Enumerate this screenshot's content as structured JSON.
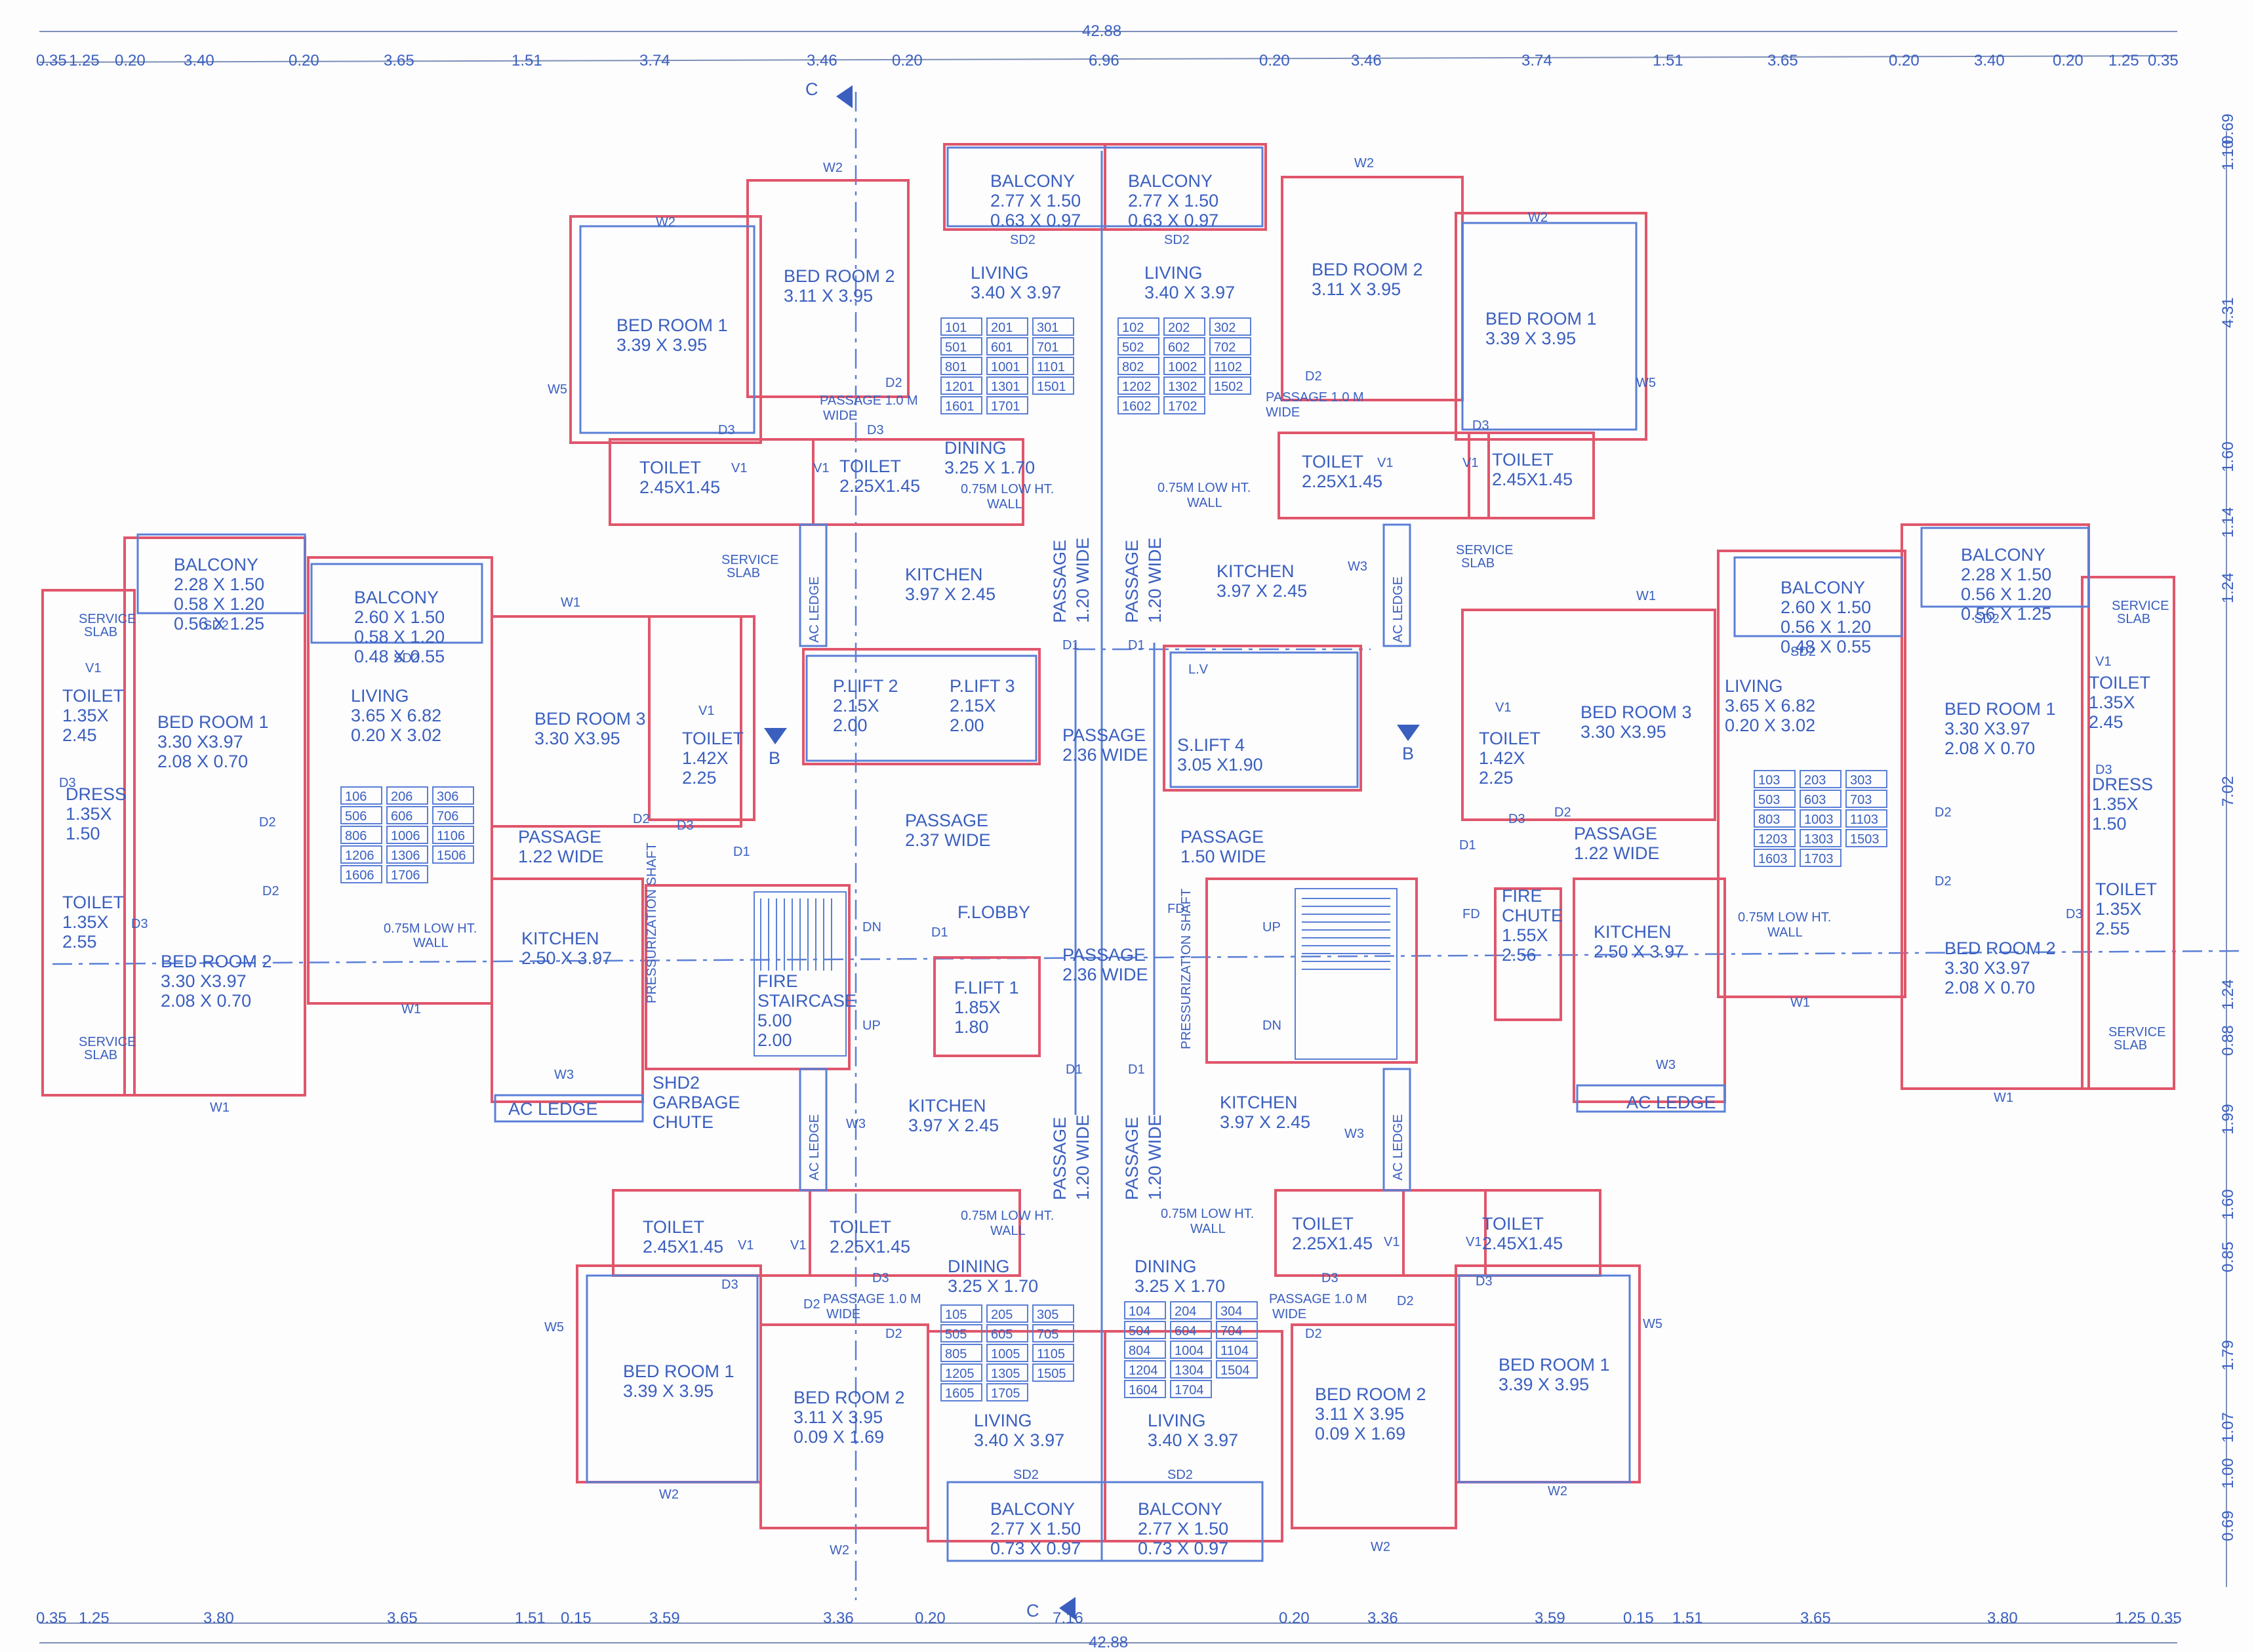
{
  "drawing": {
    "overall_dim": "42.88",
    "top_dims": [
      "0.35",
      "1.25",
      "0.20",
      "3.40",
      "0.20",
      "3.65",
      "1.51",
      "3.74",
      "3.46",
      "0.20",
      "6.96",
      "0.20",
      "3.46",
      "3.74",
      "1.51",
      "3.65",
      "0.20",
      "3.40",
      "0.20",
      "1.25",
      "0.35"
    ],
    "bottom_dims": [
      "0.35",
      "1.25",
      "3.80",
      "3.65",
      "1.51",
      "0.15",
      "3.59",
      "3.36",
      "0.20",
      "7.16",
      "0.20",
      "3.36",
      "3.59",
      "0.15",
      "1.51",
      "3.65",
      "3.80",
      "1.25",
      "0.35"
    ],
    "right_dims": [
      "0.69",
      "1.10",
      "4.31",
      "1.60",
      "1.14",
      "1.24",
      "7.02",
      "1.24",
      "0.88",
      "1.99",
      "1.60",
      "0.85",
      "1.79",
      "1.07",
      "1.00",
      "0.69"
    ],
    "section_c": "C",
    "section_b": "B"
  },
  "rooms": {
    "balcony_top_l": [
      "BALCONY",
      "2.77 X 1.50",
      "0.63 X 0.97"
    ],
    "balcony_top_r": [
      "BALCONY",
      "2.77 X 1.50",
      "0.63 X 0.97"
    ],
    "living_top_l": [
      "LIVING",
      "3.40 X 3.97"
    ],
    "living_top_r": [
      "LIVING",
      "3.40 X 3.97"
    ],
    "bed2_tl": [
      "BED ROOM 2",
      "3.11 X 3.95"
    ],
    "bed2_tr": [
      "BED ROOM 2",
      "3.11 X 3.95"
    ],
    "bed1_tl": [
      "BED ROOM 1",
      "3.39 X 3.95"
    ],
    "bed1_tr": [
      "BED ROOM 1",
      "3.39 X 3.95"
    ],
    "toilet_tl1": [
      "TOILET",
      "2.45X1.45"
    ],
    "toilet_tl2": [
      "TOILET",
      "2.25X1.45"
    ],
    "toilet_tr1": [
      "TOILET",
      "2.25X1.45"
    ],
    "toilet_tr2": [
      "TOILET",
      "2.45X1.45"
    ],
    "dining_t": [
      "DINING",
      "3.25 X 1.70"
    ],
    "kitchen_tl": [
      "KITCHEN",
      "3.97 X 2.45"
    ],
    "kitchen_tr": [
      "KITCHEN",
      "3.97 X 2.45"
    ],
    "plift2": [
      "P.LIFT 2",
      "2.15X",
      "2.00"
    ],
    "plift3": [
      "P.LIFT 3",
      "2.15X",
      "2.00"
    ],
    "slift4": [
      "S.LIFT 4",
      "3.05 X1.90"
    ],
    "passage_c1": [
      "PASSAGE",
      "2.36  WIDE"
    ],
    "passage_c2": [
      "PASSAGE",
      "2.37  WIDE"
    ],
    "passage_c3": [
      "PASSAGE",
      "1.50  WIDE"
    ],
    "passage_c4": [
      "PASSAGE",
      "2.36  WIDE"
    ],
    "balcony_l1": [
      "BALCONY",
      "2.28 X 1.50",
      "0.58 X 1.20",
      "0.56 X 1.25"
    ],
    "balcony_l2": [
      "BALCONY",
      "2.60 X 1.50",
      "0.58 X 1.20",
      "0.48 X 0.55"
    ],
    "bed1_l": [
      "BED ROOM 1",
      "3.30 X3.97",
      "2.08 X 0.70"
    ],
    "bed2_l": [
      "BED ROOM 2",
      "3.30 X3.97",
      "2.08 X 0.70"
    ],
    "living_l": [
      "LIVING",
      "3.65 X 6.82",
      "0.20  X 3.02"
    ],
    "bed3_l": [
      "BED ROOM 3",
      "3.30 X3.95"
    ],
    "toilet_l1": [
      "TOILET",
      "1.35X",
      "2.45"
    ],
    "dress_l": [
      "DRESS",
      "1.35X",
      "1.50"
    ],
    "toilet_l2": [
      "TOILET",
      "1.35X",
      "2.55"
    ],
    "toilet_l3": [
      "TOILET",
      "1.42X",
      "2.25"
    ],
    "passage_l": [
      "PASSAGE",
      "1.22  WIDE"
    ],
    "kitchen_l": [
      "KITCHEN",
      "2.50 X 3.97"
    ],
    "balcony_r1": [
      "BALCONY",
      "2.28 X 1.50",
      "0.56 X 1.20",
      "0.56 X 1.25"
    ],
    "balcony_r2": [
      "BALCONY",
      "2.60 X 1.50",
      "0.56 X 1.20",
      "0.48 X 0.55"
    ],
    "bed1_r": [
      "BED ROOM 1",
      "3.30 X3.97",
      "2.08 X 0.70"
    ],
    "bed2_r": [
      "BED ROOM 2",
      "3.30 X3.97",
      "2.08 X 0.70"
    ],
    "living_r": [
      "LIVING",
      "3.65 X 6.82",
      "0.20  X 3.02"
    ],
    "bed3_r": [
      "BED ROOM 3",
      "3.30 X3.95"
    ],
    "toilet_r1": [
      "TOILET",
      "1.35X",
      "2.45"
    ],
    "dress_r": [
      "DRESS",
      "1.35X",
      "1.50"
    ],
    "toilet_r2": [
      "TOILET",
      "1.35X",
      "2.55"
    ],
    "toilet_r3": [
      "TOILET",
      "1.42X",
      "2.25"
    ],
    "passage_r": [
      "PASSAGE",
      "1.22  WIDE"
    ],
    "kitchen_r": [
      "KITCHEN",
      "2.50 X 3.97"
    ],
    "flobby": [
      "F.LOBBY"
    ],
    "flift1": [
      "F.LIFT 1",
      "1.85X",
      "1.80"
    ],
    "staircase_l": [
      "FIRE",
      "STAIRCASE",
      "5.00",
      "2.00"
    ],
    "firechute": [
      "FIRE",
      "CHUTE",
      "1.55X",
      "2.56"
    ],
    "kitchen_bl": [
      "KITCHEN",
      "3.97 X 2.45"
    ],
    "kitchen_br": [
      "KITCHEN",
      "3.97 X 2.45"
    ],
    "toilet_bl1": [
      "TOILET",
      "2.45X1.45"
    ],
    "toilet_bl2": [
      "TOILET",
      "2.25X1.45"
    ],
    "toilet_br1": [
      "TOILET",
      "2.25X1.45"
    ],
    "toilet_br2": [
      "TOILET",
      "2.45X1.45"
    ],
    "dining_bl": [
      "DINING",
      "3.25 X 1.70"
    ],
    "dining_br": [
      "DINING",
      "3.25 X 1.70"
    ],
    "bed1_bl": [
      "BED ROOM 1",
      "3.39 X 3.95"
    ],
    "bed2_bl": [
      "BED ROOM 2",
      "3.11 X 3.95",
      "0.09 X 1.69"
    ],
    "bed2_br": [
      "BED ROOM 2",
      "3.11 X 3.95",
      "0.09 X 1.69"
    ],
    "bed1_br": [
      "BED ROOM 1",
      "3.39 X 3.95"
    ],
    "living_bl": [
      "LIVING",
      "3.40 X 3.97"
    ],
    "living_br": [
      "LIVING",
      "3.40 X 3.97"
    ],
    "balcony_bl": [
      "BALCONY",
      "2.77 X 1.50",
      "0.73 X 0.97"
    ],
    "balcony_br": [
      "BALCONY",
      "2.77 X 1.50",
      "0.73 X 0.97"
    ],
    "acledge_l": [
      "AC LEDGE"
    ],
    "acledge_r": [
      "AC LEDGE"
    ],
    "garbage": [
      "SHD2",
      "GARBAGE",
      "CHUTE"
    ]
  },
  "flat_tables": {
    "top_l": [
      [
        "101",
        "201",
        "301"
      ],
      [
        "501",
        "601",
        "701"
      ],
      [
        "801",
        "1001",
        "1101"
      ],
      [
        "1201",
        "1301",
        "1501"
      ],
      [
        "1601",
        "1701",
        ""
      ]
    ],
    "top_r": [
      [
        "102",
        "202",
        "302"
      ],
      [
        "502",
        "602",
        "702"
      ],
      [
        "802",
        "1002",
        "1102"
      ],
      [
        "1202",
        "1302",
        "1502"
      ],
      [
        "1602",
        "1702",
        ""
      ]
    ],
    "left": [
      [
        "106",
        "206",
        "306"
      ],
      [
        "506",
        "606",
        "706"
      ],
      [
        "806",
        "1006",
        "1106"
      ],
      [
        "1206",
        "1306",
        "1506"
      ],
      [
        "1606",
        "1706",
        ""
      ]
    ],
    "right": [
      [
        "103",
        "203",
        "303"
      ],
      [
        "503",
        "603",
        "703"
      ],
      [
        "803",
        "1003",
        "1103"
      ],
      [
        "1203",
        "1303",
        "1503"
      ],
      [
        "1603",
        "1703",
        ""
      ]
    ],
    "bot_l": [
      [
        "105",
        "205",
        "305"
      ],
      [
        "505",
        "605",
        "705"
      ],
      [
        "805",
        "1005",
        "1105"
      ],
      [
        "1205",
        "1305",
        "1505"
      ],
      [
        "1605",
        "1705",
        ""
      ]
    ],
    "bot_r": [
      [
        "104",
        "204",
        "304"
      ],
      [
        "504",
        "604",
        "704"
      ],
      [
        "804",
        "1004",
        "1104"
      ],
      [
        "1204",
        "1304",
        "1504"
      ],
      [
        "1604",
        "1704",
        ""
      ]
    ]
  },
  "tags": {
    "w1": "W1",
    "w2": "W2",
    "w3": "W3",
    "w5": "W5",
    "d1": "D1",
    "d2": "D2",
    "d3": "D3",
    "v1": "V1",
    "sd2": "SD2",
    "dn": "DN",
    "up": "UP",
    "fd": "FD",
    "lv": "L.V",
    "passage_wide_note": [
      "PASSAGE 1.0 M",
      "WIDE"
    ],
    "low_wall": [
      "0.75M LOW HT.",
      "WALL"
    ],
    "corridor": [
      "PASSAGE",
      "1.20  WIDE"
    ],
    "service_slab": [
      "SERVICE",
      "SLAB"
    ],
    "pressurization": "PRESSURIZATION SHAFT"
  }
}
